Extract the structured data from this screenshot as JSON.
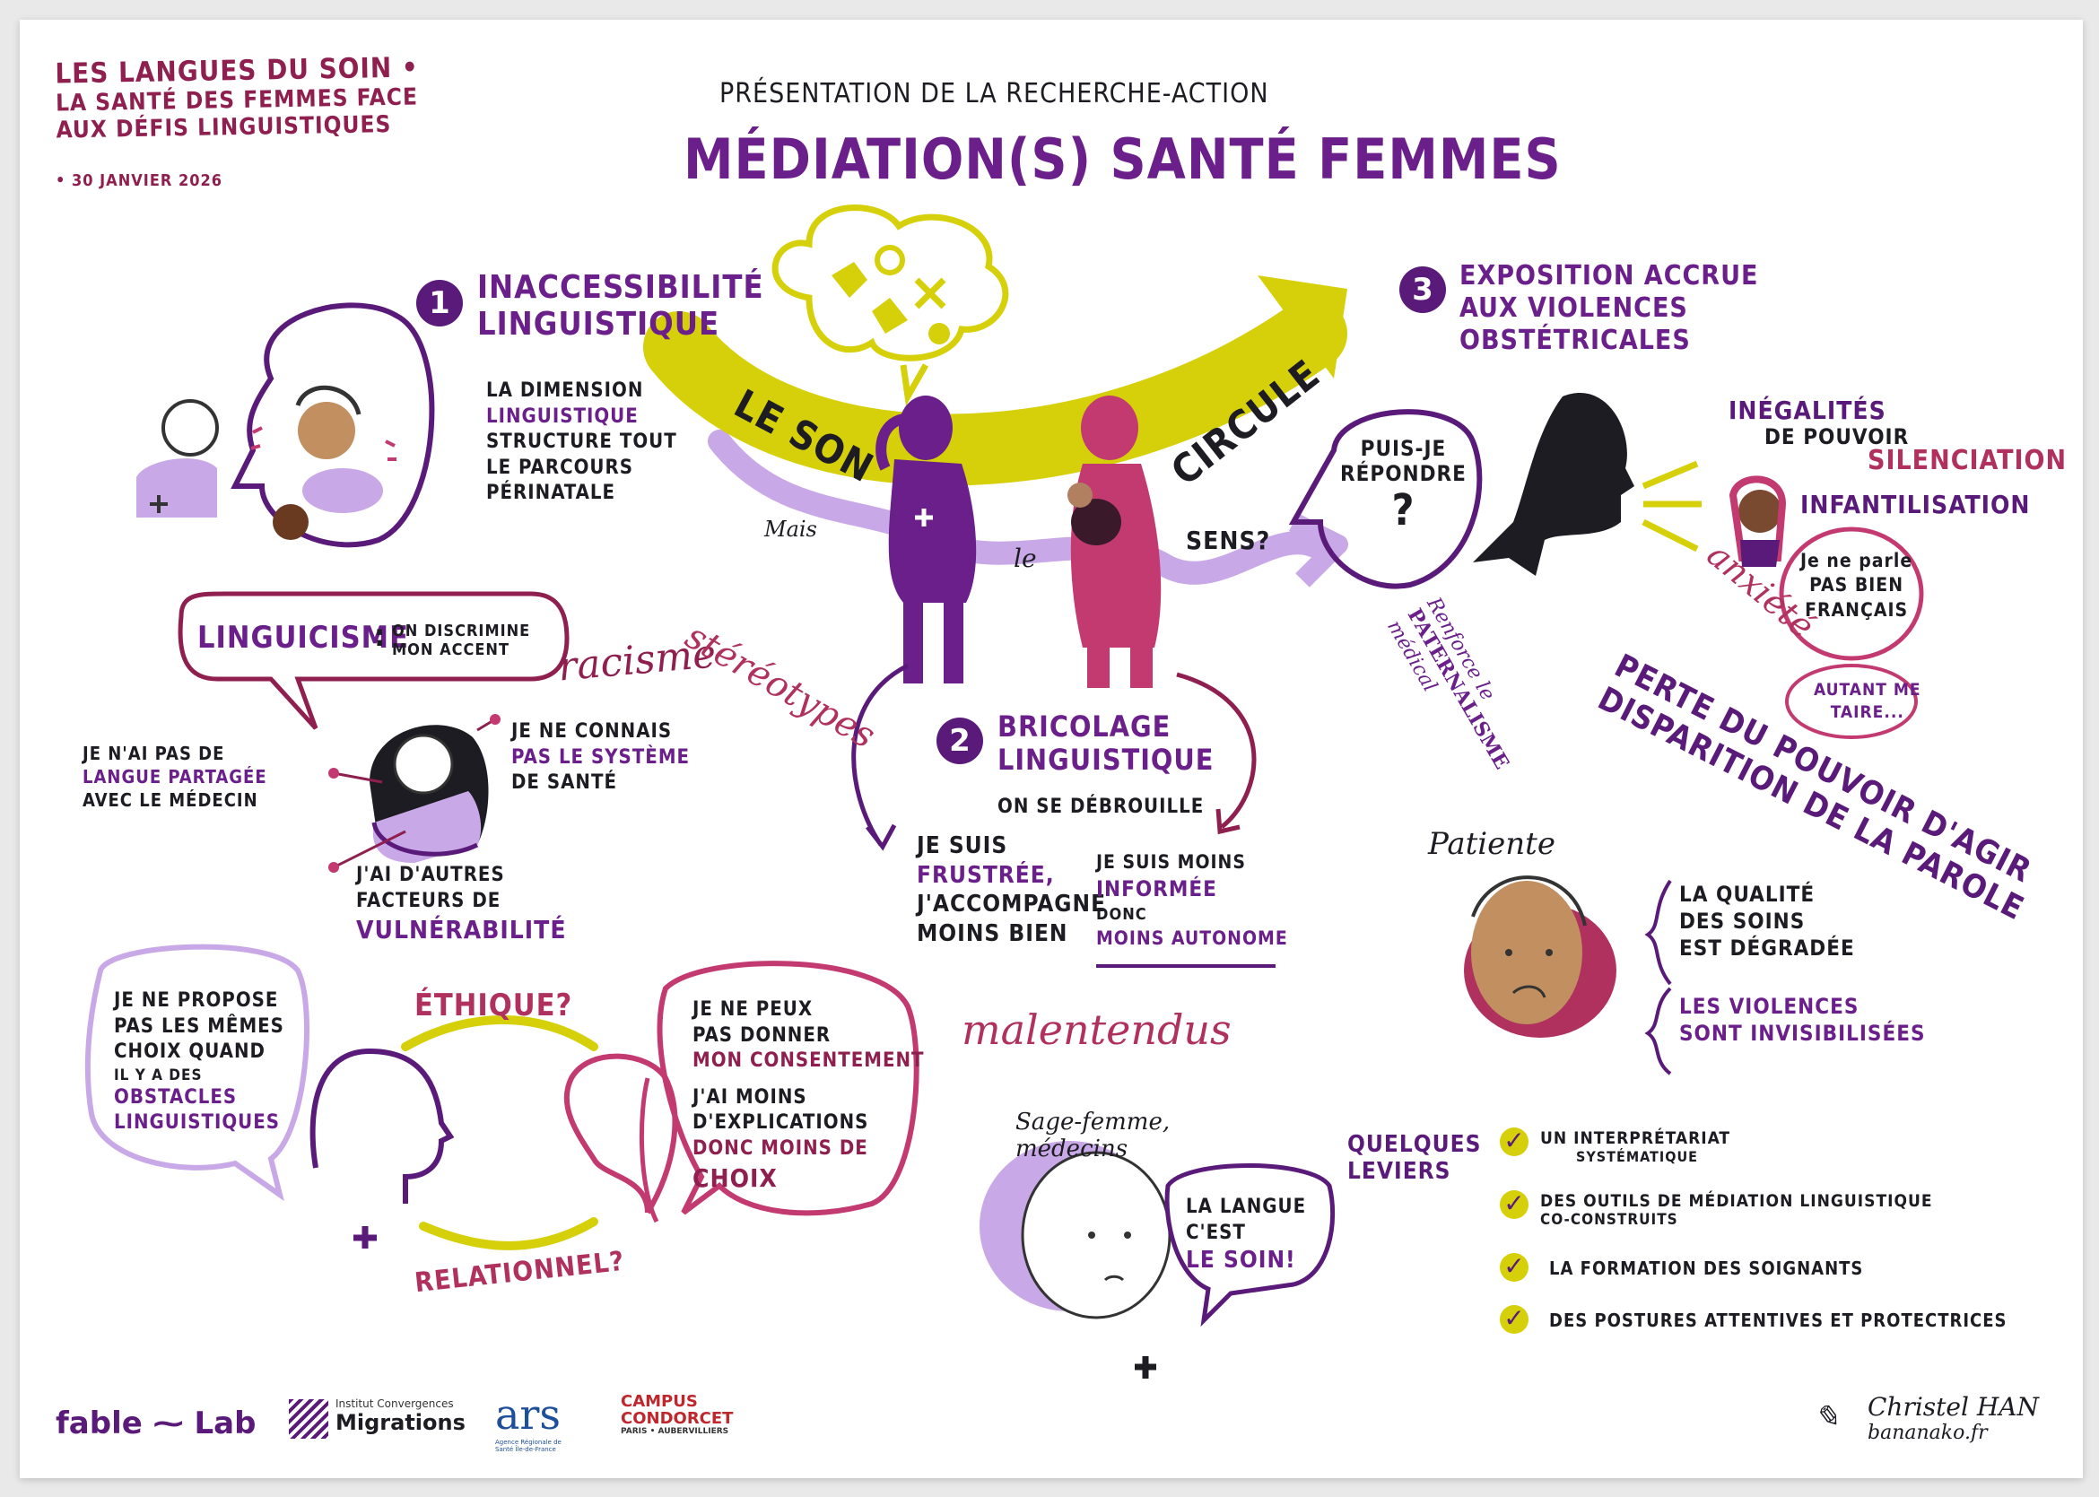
{
  "header": {
    "event_line1": "LES LANGUES DU SOIN •",
    "event_line2": "LA SANTÉ DES FEMMES FACE",
    "event_line3": "AUX DÉFIS LINGUISTIQUES",
    "event_date": "• 30 JANVIER 2026",
    "subtitle": "PRÉSENTATION DE LA RECHERCHE-ACTION",
    "title": "MÉDIATION(S) SANTÉ FEMMES"
  },
  "center": {
    "arrow_text_left": "LE SON",
    "arrow_text_right": "CIRCULE",
    "lower_mais": "Mais",
    "lower_le": "le",
    "lower_sens": "SENS?",
    "question_line1": "PUIS-JE",
    "question_line2": "RÉPONDRE",
    "question_mark": "?"
  },
  "section1": {
    "number": "1",
    "title_line1": "INACCESSIBILITÉ",
    "title_line2": "LINGUISTIQUE",
    "body_line1": "LA DIMENSION",
    "body_line2": "LINGUISTIQUE",
    "body_line3": "STRUCTURE TOUT",
    "body_line4": "LE PARCOURS",
    "body_line5": "PÉRINATALE"
  },
  "linguicism": {
    "label": "LINGUICISME",
    "colon": ":",
    "desc_line1": "ON DISCRIMINE",
    "desc_line2": "MON ACCENT",
    "racisme": "racisme",
    "stereotypes": "stéréotypes",
    "note_left_line1": "JE N'AI PAS DE",
    "note_left_line2": "LANGUE PARTAGÉE",
    "note_left_line3": "AVEC LE MÉDECIN",
    "note_right_line1": "JE NE CONNAIS",
    "note_right_line2": "PAS LE SYSTÈME",
    "note_right_line3": "DE SANTÉ",
    "note_bottom_line1": "J'AI D'AUTRES",
    "note_bottom_line2": "FACTEURS DE",
    "note_bottom_line3": "VULNÉRABILITÉ"
  },
  "section2": {
    "number": "2",
    "title_line1": "BRICOLAGE",
    "title_line2": "LINGUISTIQUE",
    "subtitle": "ON SE DÉBROUILLE",
    "left_line1": "JE SUIS",
    "left_line2": "FRUSTRÉE,",
    "left_line3": "J'ACCOMPAGNE",
    "left_line4": "MOINS BIEN",
    "right_line1": "JE SUIS MOINS",
    "right_line2": "INFORMÉE",
    "right_line3": "DONC",
    "right_line4": "MOINS AUTONOME",
    "malentendus": "malentendus"
  },
  "section3": {
    "number": "3",
    "title_line1": "EXPOSITION ACCRUE",
    "title_line2": "AUX VIOLENCES",
    "title_line3": "OBSTÉTRICALES",
    "inegalites_line1": "INÉGALITÉS",
    "inegalites_line2": "DE POUVOIR",
    "silenciation": "SILENCIATION",
    "infantilisation": "INFANTILISATION",
    "renforce_line1": "Renforce le",
    "renforce_line2": "PATERNALISME",
    "renforce_line3": "médical",
    "anxiete": "anxiété",
    "speech1_line1": "Je ne parle",
    "speech1_line2": "PAS BIEN",
    "speech1_line3": "FRANÇAIS",
    "speech2_line1": "AUTANT ME",
    "speech2_line2": "TAIRE...",
    "perte_line1": "PERTE DU POUVOIR D'AGIR",
    "perte_line2": "DISPARITION DE LA PAROLE"
  },
  "patiente": {
    "label": "Patiente",
    "line1": "LA QUALITÉ",
    "line2": "DES SOINS",
    "line3": "EST DÉGRADÉE",
    "line4": "LES VIOLENCES",
    "line5": "SONT INVISIBILISÉES"
  },
  "ethics": {
    "left_line1": "JE NE PROPOSE",
    "left_line2": "PAS LES MÊMES",
    "left_line3": "CHOIX QUAND",
    "left_line4": "IL Y A DES",
    "left_line5": "OBSTACLES",
    "left_line6": "LINGUISTIQUES",
    "ethique": "ÉTHIQUE?",
    "relationnel": "RELATIONNEL?",
    "right_line1": "JE NE PEUX",
    "right_line2": "PAS DONNER",
    "right_line3": "MON CONSENTEMENT",
    "right_line4": "J'AI MOINS",
    "right_line5": "D'EXPLICATIONS",
    "right_line6": "donc MOINS DE",
    "right_line7": "CHOIX"
  },
  "sagefemme": {
    "label_line1": "Sage-femme,",
    "label_line2": "médecins",
    "speech_line1": "LA LANGUE",
    "speech_line2": "C'EST",
    "speech_line3": "LE SOIN!"
  },
  "levers": {
    "title_line1": "QUELQUES",
    "title_line2": "LEVIERS",
    "items": [
      {
        "line1": "UN INTERPRÉTARIAT",
        "line2": "SYSTÉMATIQUE"
      },
      {
        "line1": "DES OUTILS DE MÉDIATION LINGUISTIQUE",
        "line2": "CO-CONSTRUITS"
      },
      {
        "line1": "LA FORMATION DES SOIGNANTS",
        "line2": ""
      },
      {
        "line1": "DES POSTURES ATTENTIVES ET PROTECTRICES",
        "line2": ""
      }
    ]
  },
  "footer": {
    "logo1_a": "fable",
    "logo1_b": "Lab",
    "logo2_small": "Institut Convergences",
    "logo2_big": "Migrations",
    "logo3": "ars",
    "logo3_small": "Agence Régionale de Santé Île-de-France",
    "logo4_line1": "CAMPUS",
    "logo4_line2": "CONDORCET",
    "logo4_line3": "PARIS • AUBERVILLIERS",
    "signature_name": "Christel HAN",
    "signature_site": "bananako.fr"
  },
  "colors": {
    "purple": "#5a1a7a",
    "light_purple": "#c8a8e6",
    "yellow": "#d6d00a",
    "pink": "#c23a70",
    "wine": "#8e1f4e"
  }
}
